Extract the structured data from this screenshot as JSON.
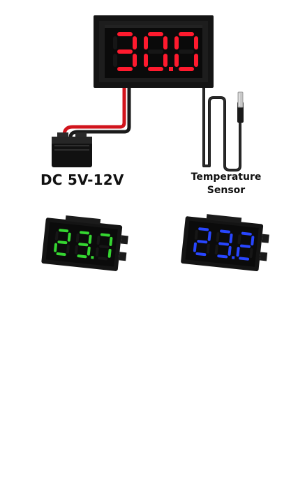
{
  "labels": {
    "power": "DC 5V-12V",
    "sensor_line1": "Temperature",
    "sensor_line2": "Sensor"
  },
  "displays": [
    {
      "name": "main-display",
      "reading": "30.0",
      "color": "#ff1a2e"
    },
    {
      "name": "green-display",
      "reading": "23.7",
      "color": "#35d631"
    },
    {
      "name": "blue-display",
      "reading": "23.2",
      "color": "#2846ff"
    }
  ],
  "colors": {
    "housing": "#141414",
    "bezel": "#0a0a0a",
    "wire_red": "#d1141c",
    "wire_black": "#1a1a1a",
    "probe_metal": "#c8c8c8"
  }
}
